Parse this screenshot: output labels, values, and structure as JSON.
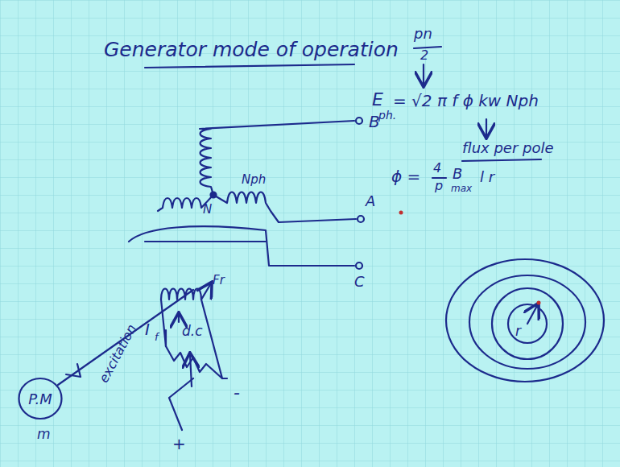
{
  "diagram": {
    "title": "Generator mode of operation",
    "nodes": [
      {
        "text": [
          "P.M"
        ]
      }
    ],
    "labels": [
      "B",
      "N",
      "Nph",
      "A",
      "C",
      "I",
      "f",
      "d.c",
      "excitation",
      "Fr",
      "+",
      "-",
      "m",
      "pn",
      "2",
      "E",
      "ph.",
      "= √2 π f ϕ kw Nph",
      "flux per pole",
      "ϕ =",
      "4",
      "p",
      "B",
      "max",
      "l r",
      "r"
    ]
  }
}
